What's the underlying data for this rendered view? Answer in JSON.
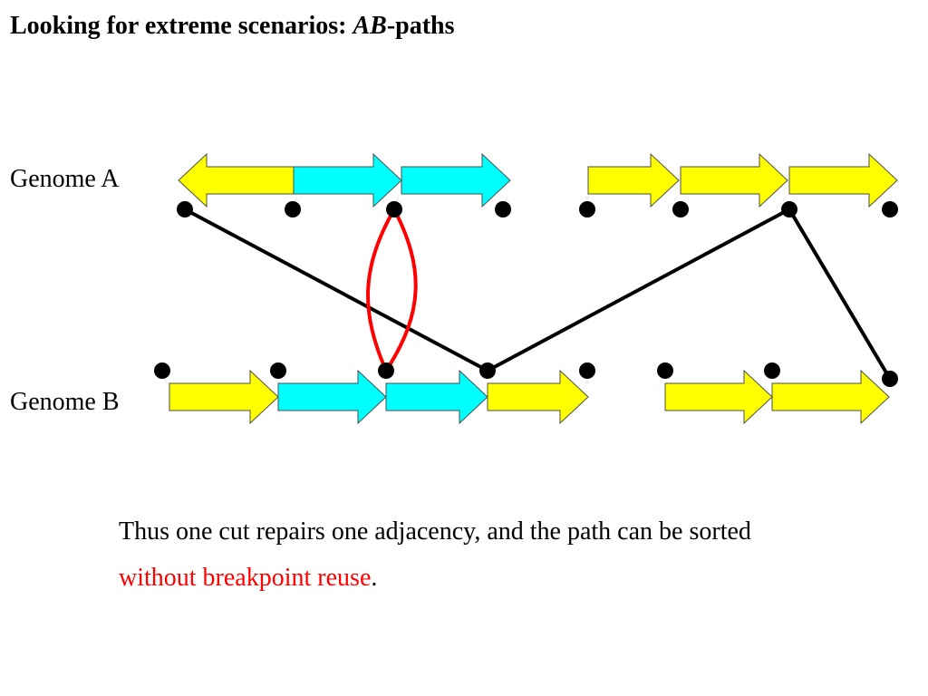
{
  "slide": {
    "title_prefix": "Looking for extreme scenarios: ",
    "title_italic": "AB",
    "title_suffix": "-paths"
  },
  "genomes": {
    "a": {
      "label": "Genome A",
      "genes": [
        {
          "color": "yellow",
          "direction": "left"
        },
        {
          "color": "cyan",
          "direction": "right"
        },
        {
          "color": "cyan",
          "direction": "right"
        },
        {
          "color": "yellow",
          "direction": "right"
        },
        {
          "color": "yellow",
          "direction": "right"
        },
        {
          "color": "yellow",
          "direction": "right"
        }
      ]
    },
    "b": {
      "label": "Genome B",
      "genes": [
        {
          "color": "yellow",
          "direction": "right"
        },
        {
          "color": "cyan",
          "direction": "right"
        },
        {
          "color": "cyan",
          "direction": "right"
        },
        {
          "color": "yellow",
          "direction": "right"
        },
        {
          "color": "yellow",
          "direction": "right"
        },
        {
          "color": "yellow",
          "direction": "right"
        }
      ]
    }
  },
  "colors": {
    "yellow": "#ffff00",
    "cyan": "#00ffff",
    "outline": "#4d4d4d",
    "path_edge": "#000000",
    "repair_edge": "#ff0000",
    "highlight_text": "#ff0000"
  },
  "edges": {
    "black_path": "adjacency path connecting Genome A and Genome B extremities",
    "red_loop": "two parallel edges between the same extremities"
  },
  "caption": {
    "line1_part1": "Thus one cut repairs one adjacency, and the path can be sorted ",
    "highlight": "without breakpoint reuse",
    "end": "."
  }
}
